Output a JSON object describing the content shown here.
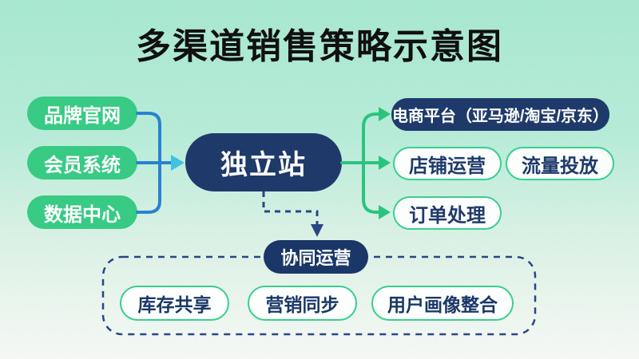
{
  "title": "多渠道销售策略示意图",
  "hub": {
    "label": "独立站"
  },
  "sources": [
    {
      "label": "品牌官网"
    },
    {
      "label": "会员系统"
    },
    {
      "label": "数据中心"
    }
  ],
  "channels": {
    "platform": {
      "label": "电商平台（亚马逊/淘宝/京东）"
    },
    "ops": [
      {
        "label": "店铺运营"
      },
      {
        "label": "流量投放"
      },
      {
        "label": "订单处理"
      }
    ]
  },
  "collaboration": {
    "header": "协同运营",
    "items": [
      {
        "label": "库存共享"
      },
      {
        "label": "营销同步"
      },
      {
        "label": "用户画像整合"
      }
    ]
  },
  "edges": [
    {
      "from": "品牌官网",
      "to": "独立站",
      "style": "solid-blue"
    },
    {
      "from": "会员系统",
      "to": "独立站",
      "style": "solid-blue-arrow"
    },
    {
      "from": "数据中心",
      "to": "独立站",
      "style": "solid-blue"
    },
    {
      "from": "独立站",
      "to": "电商平台（亚马逊/淘宝/京东）",
      "style": "solid-green-arrow"
    },
    {
      "from": "独立站",
      "to": "店铺运营",
      "style": "solid-green-arrow"
    },
    {
      "from": "独立站",
      "to": "订单处理",
      "style": "solid-green-arrow"
    },
    {
      "from": "独立站",
      "to": "协同运营",
      "style": "dashed-navy-arrow"
    }
  ],
  "colors": {
    "background_top": "#a7e8d0",
    "background_bottom": "#f6f9f6",
    "source_pill_fill": "#35cb83",
    "navy_fill": "#1b3768",
    "blue_connector": "#2a82cf",
    "cyan_arrowhead": "#41c2e0",
    "green_connector": "#2bc47e",
    "outline_pill_border": "#36d08c",
    "outline_pill_fill": "#fcfffd",
    "dashed_navy": "#2a4684",
    "title_color": "#0c0c0c"
  }
}
